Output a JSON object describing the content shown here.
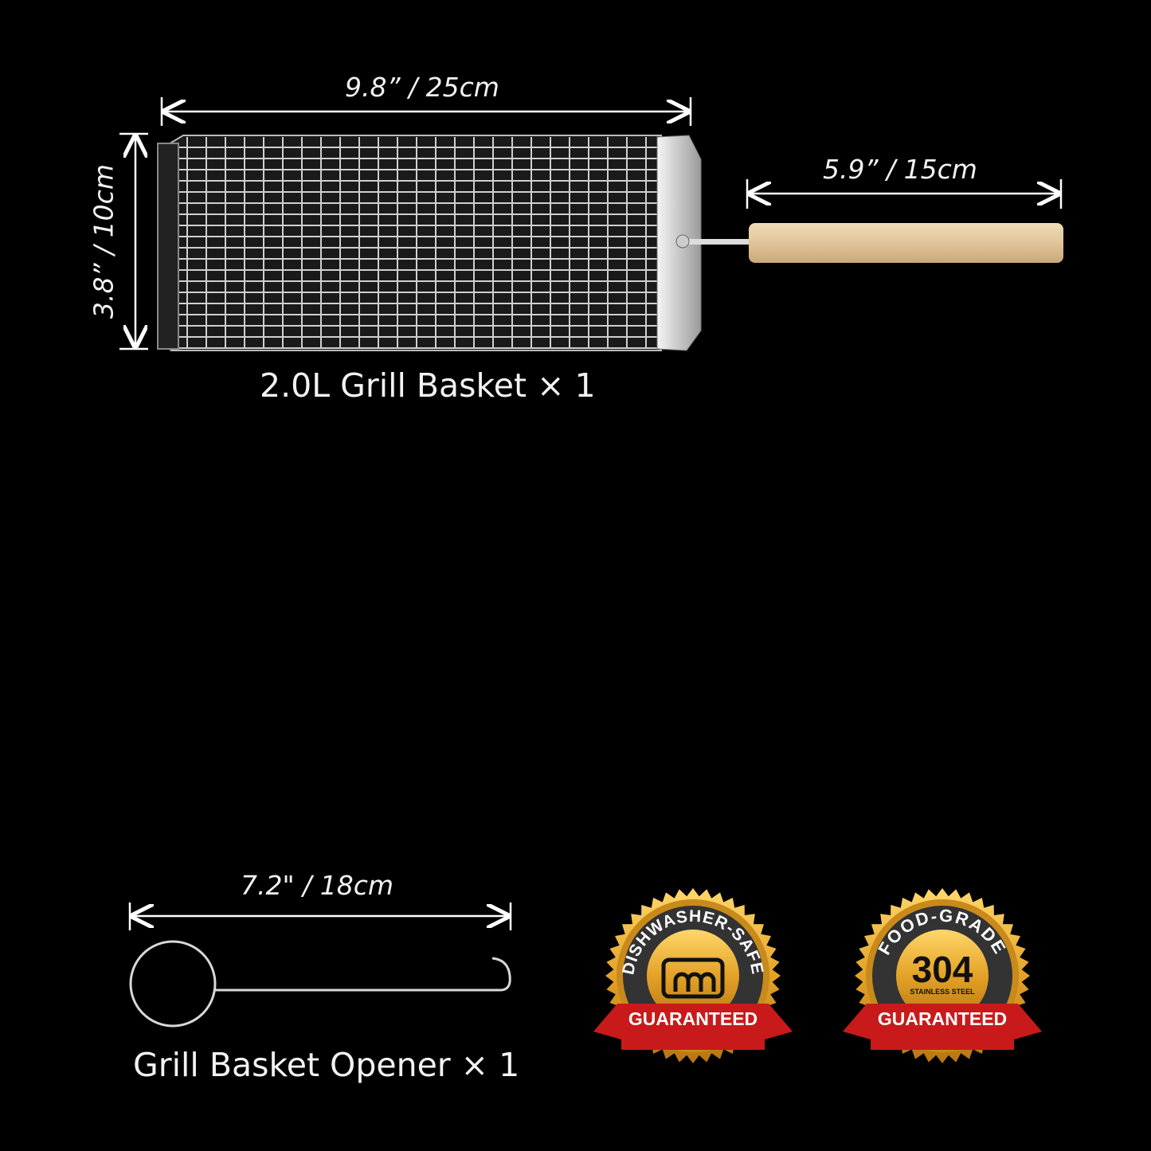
{
  "basket": {
    "width_label": "9.8” / 25cm",
    "height_label": "3.8”  / 10cm",
    "handle_label": "5.9” / 15cm",
    "caption": "2.0L Grill Basket × 1"
  },
  "opener": {
    "length_label": "7.2\" / 18cm",
    "caption": "Grill Basket Opener × 1"
  },
  "badges": [
    {
      "top_text": "DISHWASHER-SAFE",
      "center_text": "",
      "sub_text": "",
      "ribbon_text": "GUARANTEED",
      "icon": "dishwasher-icon"
    },
    {
      "top_text": "FOOD-GRADE",
      "center_text": "304",
      "sub_text": "STAINLESS STEEL",
      "ribbon_text": "GUARANTEED",
      "icon": ""
    }
  ],
  "colors": {
    "background": "#000000",
    "gold": "#e6a82a",
    "ribbon": "#d21f1f",
    "wood": "#e3cba3"
  }
}
